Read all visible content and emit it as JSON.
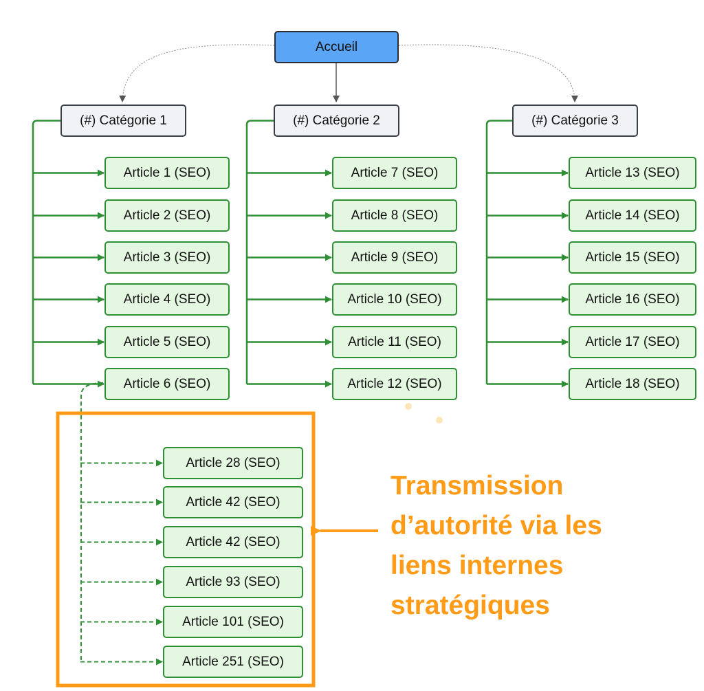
{
  "root": {
    "label": "Accueil"
  },
  "categories": [
    {
      "label": "(#) Catégorie 1",
      "articles": [
        "Article 1 (SEO)",
        "Article 2 (SEO)",
        "Article 3 (SEO)",
        "Article 4 (SEO)",
        "Article 5 (SEO)",
        "Article 6 (SEO)"
      ]
    },
    {
      "label": "(#) Catégorie 2",
      "articles": [
        "Article 7 (SEO)",
        "Article 8 (SEO)",
        "Article 9 (SEO)",
        "Article 10 (SEO)",
        "Article 11 (SEO)",
        "Article 12 (SEO)"
      ]
    },
    {
      "label": "(#) Catégorie 3",
      "articles": [
        "Article 13 (SEO)",
        "Article 14 (SEO)",
        "Article 15 (SEO)",
        "Article 16 (SEO)",
        "Article 17 (SEO)",
        "Article 18 (SEO)"
      ]
    }
  ],
  "internal_links": [
    "Article 28 (SEO)",
    "Article 42 (SEO)",
    "Article 42 (SEO)",
    "Article 93 (SEO)",
    "Article 101 (SEO)",
    "Article 251 (SEO)"
  ],
  "callout": {
    "text": "Transmission\nd’autorité via les\nliens internes\nstratégiques"
  },
  "colors": {
    "accent": "#ff9b16",
    "root": "#5aa5f5",
    "category": "#f1f2f5",
    "article": "#e4f7e1",
    "link": "#2f8f35"
  }
}
